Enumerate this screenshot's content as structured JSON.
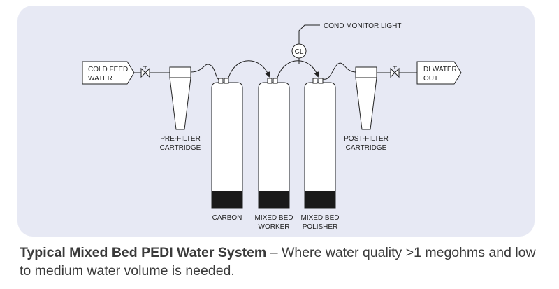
{
  "diagram": {
    "labels": {
      "cold_feed_line1": "COLD FEED",
      "cold_feed_line2": "WATER",
      "di_out_line1": "DI WATER",
      "di_out_line2": "OUT",
      "cond_monitor": "COND MONITOR LIGHT",
      "cl": "CL",
      "prefilter_line1": "PRE-FILTER",
      "prefilter_line2": "CARTRIDGE",
      "postfilter_line1": "POST-FILTER",
      "postfilter_line2": "CARTRIDGE",
      "carbon": "CARBON",
      "worker_line1": "MIXED BED",
      "worker_line2": "WORKER",
      "polisher_line1": "MIXED BED",
      "polisher_line2": "POLISHER"
    },
    "colors": {
      "panel": "#e7e9f4",
      "line": "#222222",
      "tank_fill": "#ffffff",
      "tank_base": "#1a1a1a"
    }
  },
  "caption": {
    "title": "Typical Mixed Bed PEDI Water System",
    "body": " – Where water quality >1 megohms and low to medium water volume is needed."
  }
}
